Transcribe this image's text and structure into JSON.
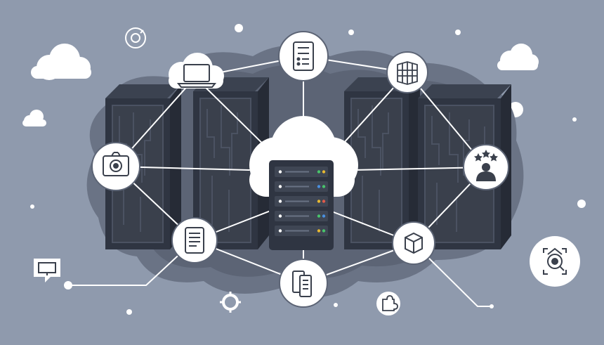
{
  "colors": {
    "background": "#8f9aad",
    "cloud_mass_outer": "#6a7385",
    "cloud_mass_inner": "#575f70",
    "server_body": "#2f3542",
    "server_panel": "#3b4250",
    "server_front": "#3f4654",
    "server_accent": "#4b5262",
    "node_fill": "#ffffff",
    "line": "#ffffff",
    "icon_stroke": "#3a404c",
    "led_green": "#49c46b",
    "led_yellow": "#e8b931",
    "led_blue": "#4a8fe0",
    "led_red": "#e05a4a"
  },
  "nodes": [
    {
      "name": "document-list-node",
      "icon": "document-list-icon"
    },
    {
      "name": "building-grid-node",
      "icon": "building-grid-icon"
    },
    {
      "name": "camera-screen-node",
      "icon": "camera-screen-icon"
    },
    {
      "name": "user-rating-node",
      "icon": "user-stars-icon"
    },
    {
      "name": "document-page-node",
      "icon": "document-page-icon"
    },
    {
      "name": "package-box-node",
      "icon": "package-box-icon"
    },
    {
      "name": "files-node",
      "icon": "files-icon"
    },
    {
      "name": "camera-search-node",
      "icon": "camera-search-icon"
    }
  ],
  "central_hub": {
    "icon": "cloud-server-icon",
    "server_slots": 5
  },
  "decorations": [
    "laptop-cloud-icon",
    "monitor-icon",
    "gear-icon",
    "puzzle-icon",
    "target-icon"
  ]
}
